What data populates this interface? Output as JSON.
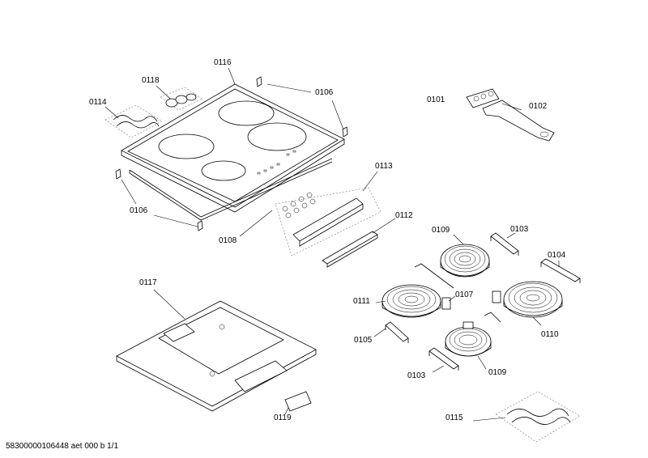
{
  "footer": {
    "text": "58300000106448 aet 000 b 1/1"
  },
  "labels": {
    "p0116": "0116",
    "p0118": "0118",
    "p0114": "0114",
    "p0106a": "0106",
    "p0106b": "0106",
    "p0101": "0101",
    "p0102": "0102",
    "p0113": "0113",
    "p0112": "0112",
    "p0108": "0108",
    "p0109a": "0109",
    "p0103a": "0103",
    "p0104": "0104",
    "p0117": "0117",
    "p0111": "0111",
    "p0107": "0107",
    "p0110": "0110",
    "p0105": "0105",
    "p0103b": "0103",
    "p0109b": "0109",
    "p0119": "0119",
    "p0115": "0115"
  }
}
